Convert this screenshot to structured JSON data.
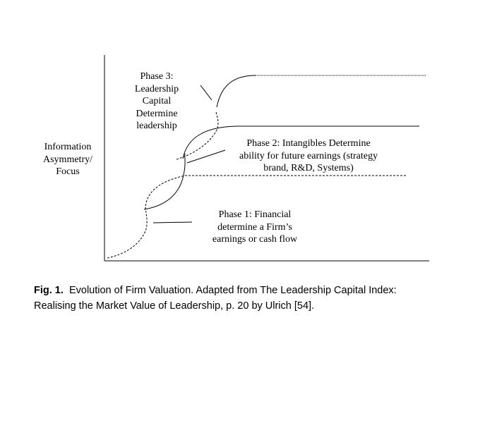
{
  "diagram": {
    "y_axis_label": [
      "Information",
      "Asymmetry/",
      "Focus"
    ],
    "phase3_label": [
      "Phase 3:",
      "Leadership",
      "Capital",
      "Determine",
      "leadership"
    ],
    "phase2_label": [
      "Phase 2: Intangibles Determine",
      "ability for future earnings (strategy",
      "brand, R&D, Systems)"
    ],
    "phase1_label": [
      "Phase 1: Financial",
      "determine a Firm’s",
      "earnings or cash flow"
    ],
    "line_color": "#000000"
  },
  "caption": {
    "label": "Fig. 1.",
    "text_line1": "Evolution of Firm Valuation. Adapted from The Leadership Capital Index:",
    "text_line2": "Realising the Market Value of Leadership, p. 20 by Ulrich [54]."
  }
}
